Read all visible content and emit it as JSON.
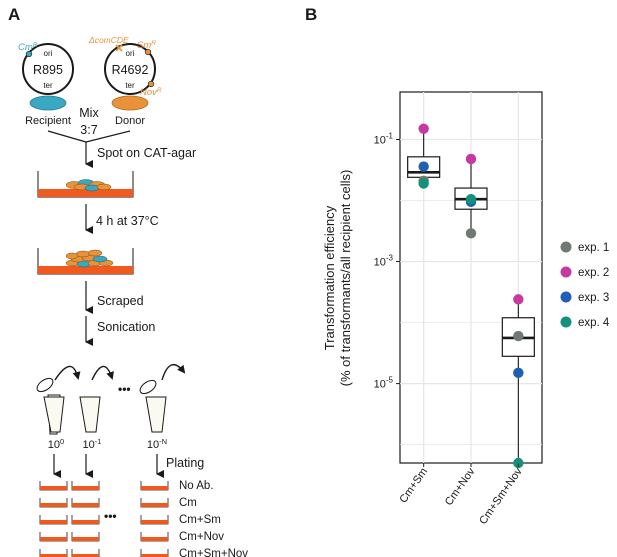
{
  "panel_a": {
    "label": "A",
    "plasmid1": {
      "name": "R895",
      "marker": "Cm",
      "marker_sup": "R",
      "ori": "ori",
      "ter": "ter"
    },
    "plasmid2": {
      "name": "R4692",
      "deletion": "ΔcomCDE",
      "marker_sm": "Sm",
      "marker_sm_sup": "R",
      "marker_nov": "Nov",
      "marker_nov_sup": "R",
      "ori": "ori",
      "ter": "ter"
    },
    "recipient": "Recipient",
    "donor": "Donor",
    "mix_line1": "Mix",
    "mix_line2": "3:7",
    "step_spot": "Spot on CAT-agar",
    "step_incubate": "4 h at 37°C",
    "step_scrape": "Scraped",
    "step_sonication": "Sonication",
    "dilutions": [
      {
        "base": "10",
        "exp": "0"
      },
      {
        "base": "10",
        "exp": "-1"
      },
      {
        "base": "10",
        "exp": "-N"
      }
    ],
    "step_plating": "Plating",
    "ellipsis": "•••",
    "plates": [
      "No Ab.",
      "Cm",
      "Cm+Sm",
      "Cm+Nov",
      "Cm+Sm+Nov"
    ]
  },
  "panel_b": {
    "label": "B",
    "chart_data": {
      "type": "scatter",
      "subtype": "boxplot-with-points",
      "ylabel_line1": "Transformation efficiency",
      "ylabel_line2": "(% of transformants/all recipient cells)",
      "yscale": "log10",
      "ylim": [
        5e-07,
        0.6
      ],
      "yticks": [
        {
          "value": 0.1,
          "base": "10",
          "exp": "-1"
        },
        {
          "value": 0.001,
          "base": "10",
          "exp": "-3"
        },
        {
          "value": 1e-05,
          "base": "10",
          "exp": "-5"
        }
      ],
      "categories": [
        "Cm+Sm",
        "Cm+Nov",
        "Cm+Sm+Nov"
      ],
      "boxes": [
        {
          "q1": 0.024,
          "median": 0.029,
          "q3": 0.052,
          "low": 0.018,
          "high": 0.15
        },
        {
          "q1": 0.0072,
          "median": 0.0105,
          "q3": 0.016,
          "low": 0.0029,
          "high": 0.048
        },
        {
          "q1": 2.8e-05,
          "median": 5.6e-05,
          "q3": 0.00012,
          "low": 5e-07,
          "high": 0.00024
        }
      ],
      "series": [
        {
          "name": "exp. 1",
          "color": "#6e7a72",
          "values": [
            0.021,
            0.0029,
            6e-05
          ]
        },
        {
          "name": "exp. 2",
          "color": "#c63aa0",
          "values": [
            0.15,
            0.048,
            0.00024
          ]
        },
        {
          "name": "exp. 3",
          "color": "#1f5fb4",
          "values": [
            0.036,
            0.0095,
            1.5e-05
          ]
        },
        {
          "name": "exp. 4",
          "color": "#14917a",
          "values": [
            0.019,
            0.0105,
            5e-07
          ]
        }
      ],
      "legend_position": "right",
      "grid": true
    }
  }
}
